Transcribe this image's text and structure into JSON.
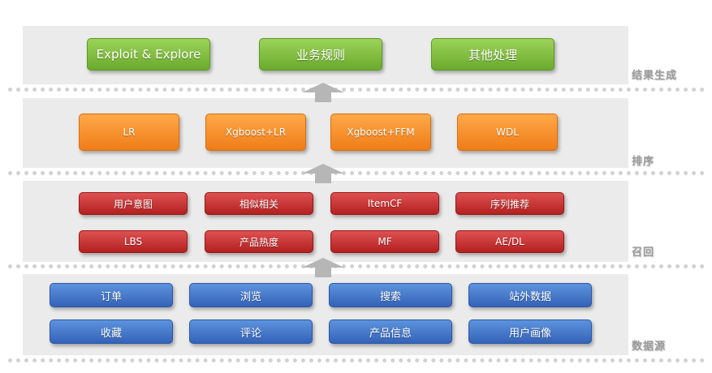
{
  "layers": {
    "result": {
      "label": "结果生成",
      "items": [
        "Exploit & Explore",
        "业务规则",
        "其他处理"
      ]
    },
    "ranking": {
      "label": "排序",
      "items": [
        "LR",
        "Xgboost+LR",
        "Xgboost+FFM",
        "WDL"
      ]
    },
    "recall": {
      "label": "召回",
      "row1": [
        "用户意图",
        "相似相关",
        "ItemCF",
        "序列推荐"
      ],
      "row2": [
        "LBS",
        "产品热度",
        "MF",
        "AE/DL"
      ]
    },
    "datasource": {
      "label": "数据源",
      "row1": [
        "订单",
        "浏览",
        "搜索",
        "站外数据"
      ],
      "row2": [
        "收藏",
        "评论",
        "产品信息",
        "用户画像"
      ]
    }
  },
  "colors": {
    "result_box": "#7dbd3e",
    "ranking_box": "#f58c24",
    "recall_box": "#c32f2f",
    "datasource_box": "#4375c8",
    "band_bg": "#ebebeb",
    "arrow": "#b6b6b6"
  }
}
